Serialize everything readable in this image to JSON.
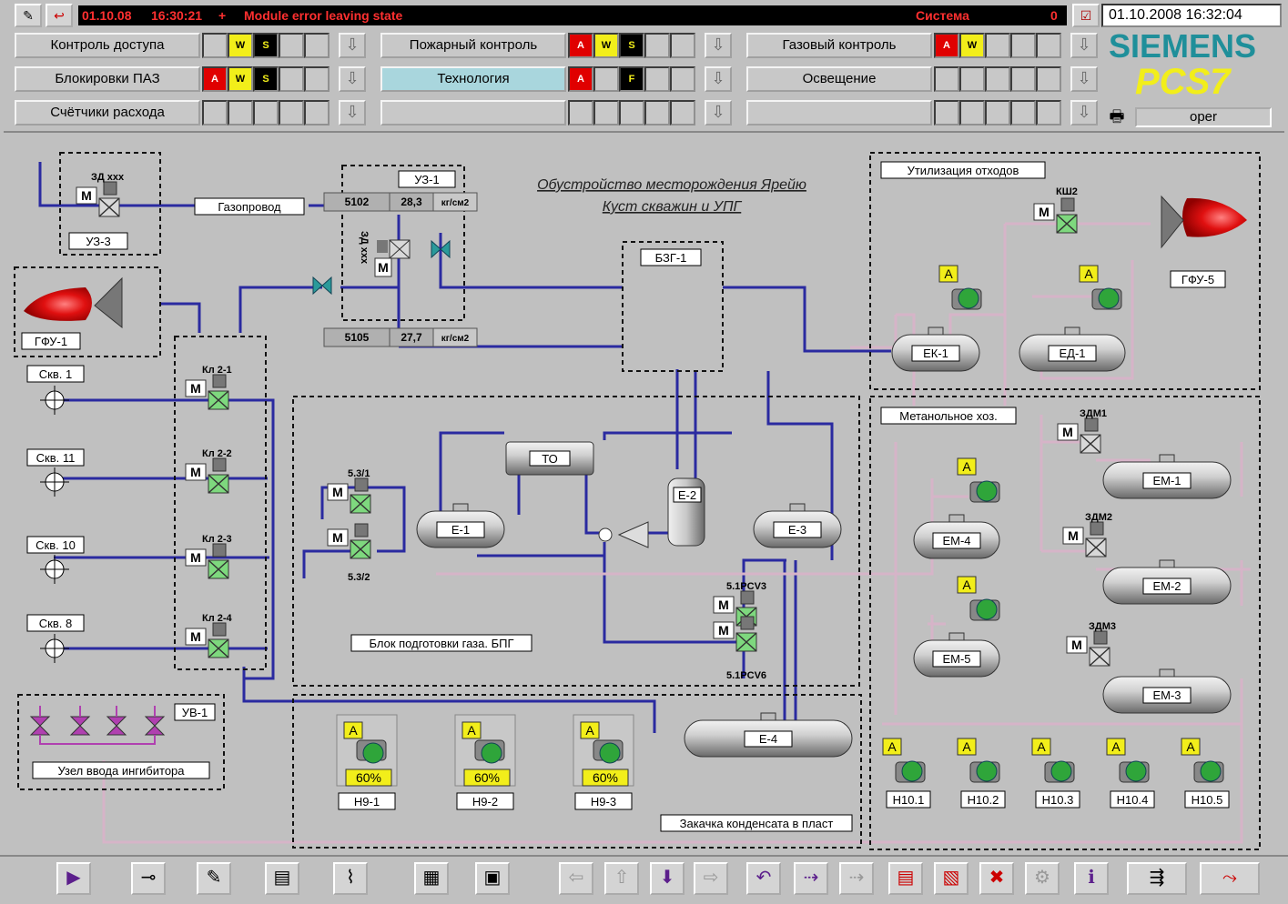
{
  "message_bar": {
    "date": "01.10.08",
    "time": "16:30:21",
    "sign": "+",
    "text": "Module error leaving state",
    "source": "Система",
    "count": "0",
    "clock": "01.10.2008 16:32:04"
  },
  "areas": [
    {
      "label": "Контроль доступа",
      "ind": [
        "",
        "W",
        "S",
        "",
        ""
      ]
    },
    {
      "label": "Пожарный контроль",
      "ind": [
        "A",
        "W",
        "S",
        "",
        ""
      ]
    },
    {
      "label": "Газовый контроль",
      "ind": [
        "A",
        "W",
        "",
        "",
        ""
      ]
    },
    {
      "label": "Блокировки ПАЗ",
      "ind": [
        "A",
        "W",
        "S",
        "",
        ""
      ]
    },
    {
      "label": "Технология",
      "ind": [
        "A",
        "",
        "F",
        "",
        ""
      ]
    },
    {
      "label": "Освещение",
      "ind": [
        "",
        "",
        "",
        "",
        ""
      ]
    },
    {
      "label": "Счётчики расхода",
      "ind": [
        "",
        "",
        "",
        "",
        ""
      ]
    },
    {
      "label": "",
      "ind": [
        "",
        "",
        "",
        "",
        ""
      ]
    },
    {
      "label": "",
      "ind": [
        "",
        "",
        "",
        "",
        ""
      ]
    }
  ],
  "brand": {
    "siemens": "SIEMENS",
    "pcs7": "PCS7",
    "user": "oper"
  },
  "titles": {
    "line1": "Обустройство месторождения Ярейю",
    "line2": "Куст скважин и УПГ"
  },
  "labels": {
    "uz3": "УЗ-3",
    "gas_pipe": "Газопровод",
    "uz1": "УЗ-1",
    "bzg1": "БЗГ-1",
    "gfu1": "ГФУ-1",
    "gfu5": "ГФУ-5",
    "utilization": "Утилизация отходов",
    "methanol": "Метанольное хоз.",
    "bpg": "Блок подготовки газа. БПГ",
    "uv1": "УВ-1",
    "inhibitor": "Узел ввода ингибитора",
    "condensate": "Закачка конденсата в пласт",
    "zd_xxx": "ЗД xxx",
    "zd_xxx_v": "ЗД xxx",
    "ksh2": "КШ2",
    "wells": [
      "Скв. 1",
      "Скв. 11",
      "Скв. 10",
      "Скв. 8"
    ],
    "valves": [
      "Кл 2-1",
      "Кл 2-2",
      "Кл 2-3",
      "Кл 2-4"
    ],
    "v531": "5.3/1",
    "v532": "5.3/2",
    "pcv3": "5.1PCV3",
    "pcv6": "5.1PCV6",
    "zdm1": "ЗДМ1",
    "zdm2": "ЗДМ2",
    "zdm3": "ЗДМ3",
    "to": "ТО",
    "e1": "Е-1",
    "e2": "Е-2",
    "e3": "Е-3",
    "e4": "Е-4",
    "ek1": "ЕК-1",
    "ed1": "ЕД-1",
    "em1": "ЕМ-1",
    "em2": "ЕМ-2",
    "em3": "ЕМ-3",
    "em4": "ЕМ-4",
    "em5": "ЕМ-5",
    "m": "M",
    "a": "A"
  },
  "measurements": [
    {
      "tag": "5102",
      "value": "28,3",
      "unit": "кг/см2"
    },
    {
      "tag": "5105",
      "value": "27,7",
      "unit": "кг/см2"
    }
  ],
  "pumps_n9": [
    {
      "name": "Н9-1",
      "mode": "A",
      "speed": "60%"
    },
    {
      "name": "Н9-2",
      "mode": "A",
      "speed": "60%"
    },
    {
      "name": "Н9-3",
      "mode": "A",
      "speed": "60%"
    }
  ],
  "pumps_n10": [
    "Н10.1",
    "Н10.2",
    "Н10.3",
    "Н10.4",
    "Н10.5"
  ],
  "colors": {
    "alarm_red": "#e00000",
    "warn_yellow": "#f2ee1a",
    "pipe_blue": "#2a2aa0",
    "pipe_pink": "#d6b4c8",
    "valve_green": "#7ed87e",
    "pump_green": "#2fa53a"
  }
}
